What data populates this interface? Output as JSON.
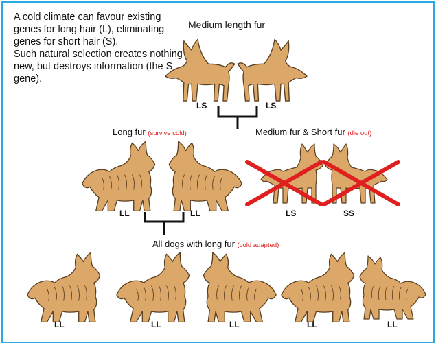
{
  "intro": {
    "line1": "A cold climate can favour existing genes for long hair (L), eliminating genes for short hair (S).",
    "line2": "Such natural selection creates nothing new, but destroys information (the S gene)."
  },
  "labels": {
    "medium_length_fur": "Medium length fur",
    "long_fur": "Long fur",
    "long_fur_note": "(survive cold)",
    "medium_short_fur": "Medium fur & Short fur",
    "medium_short_note": "(die out)",
    "all_long_fur": "All dogs with long fur",
    "all_long_note": "(cold adapted)"
  },
  "genotypes": {
    "parent_left": "LS",
    "parent_right": "LS",
    "long_left": "LL",
    "long_right": "LL",
    "medium": "LS",
    "short": "SS",
    "bottom": [
      "LL",
      "LL",
      "LL",
      "LL",
      "LL"
    ]
  },
  "colors": {
    "border": "#29abe2",
    "dog_fill": "#dca869",
    "cross": "#e0201e",
    "note_text": "#e0201e"
  }
}
